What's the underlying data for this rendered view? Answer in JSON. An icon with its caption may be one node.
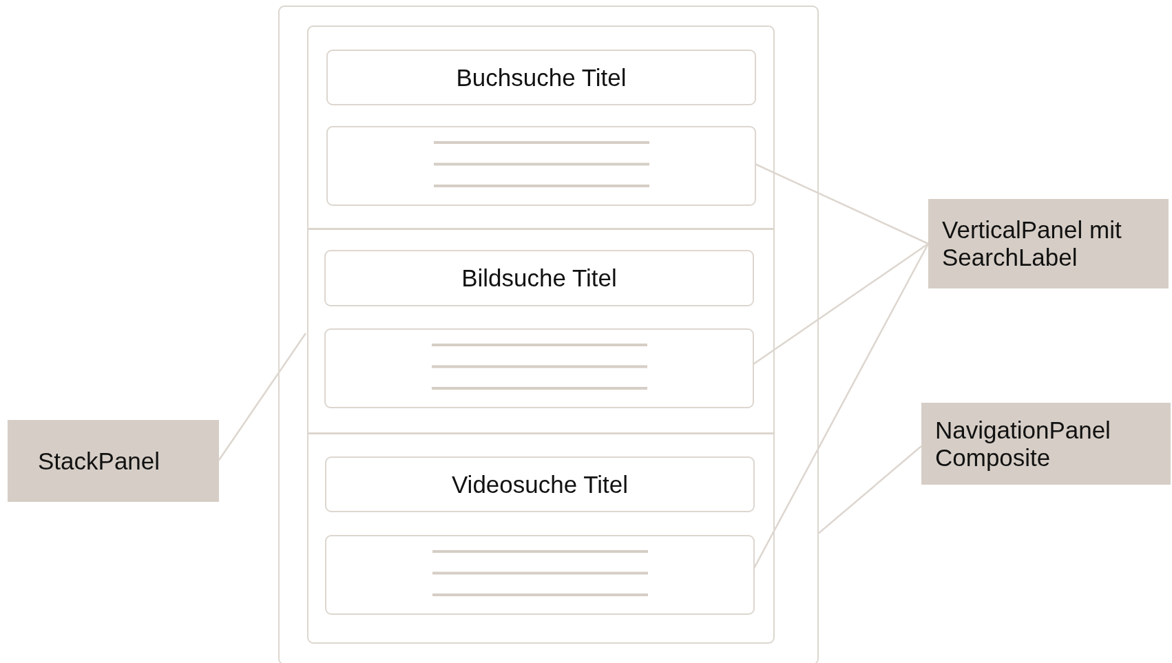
{
  "diagram": {
    "nodes": [
      {
        "text": [],
        "shape": "box"
      },
      {
        "text": [],
        "shape": "box",
        "in": 0
      },
      {
        "text": [
          "Buchsuche Titel"
        ],
        "in": 1
      },
      {
        "text": [],
        "shape": "box",
        "in": 1
      },
      {
        "text": [
          "Bildsuche Titel"
        ],
        "in": 1
      },
      {
        "text": [],
        "shape": "box",
        "in": 1
      },
      {
        "text": [
          "Videosuche Titel"
        ],
        "in": 1
      },
      {
        "text": [],
        "shape": "box",
        "in": 1
      },
      {
        "text": [
          "StackPanel"
        ]
      },
      {
        "text": [
          "VerticalPanel mit SearchLabel"
        ]
      },
      {
        "text": [
          "NavigationPanel Composite"
        ]
      }
    ],
    "edges": [
      {
        "from": 8,
        "to": 1,
        "arrow": "none"
      },
      {
        "from": 9,
        "to": 3,
        "arrow": "none"
      },
      {
        "from": 9,
        "to": 5,
        "arrow": "none"
      },
      {
        "from": 9,
        "to": 7,
        "arrow": "none"
      },
      {
        "from": 10,
        "to": 0,
        "arrow": "none"
      }
    ]
  }
}
